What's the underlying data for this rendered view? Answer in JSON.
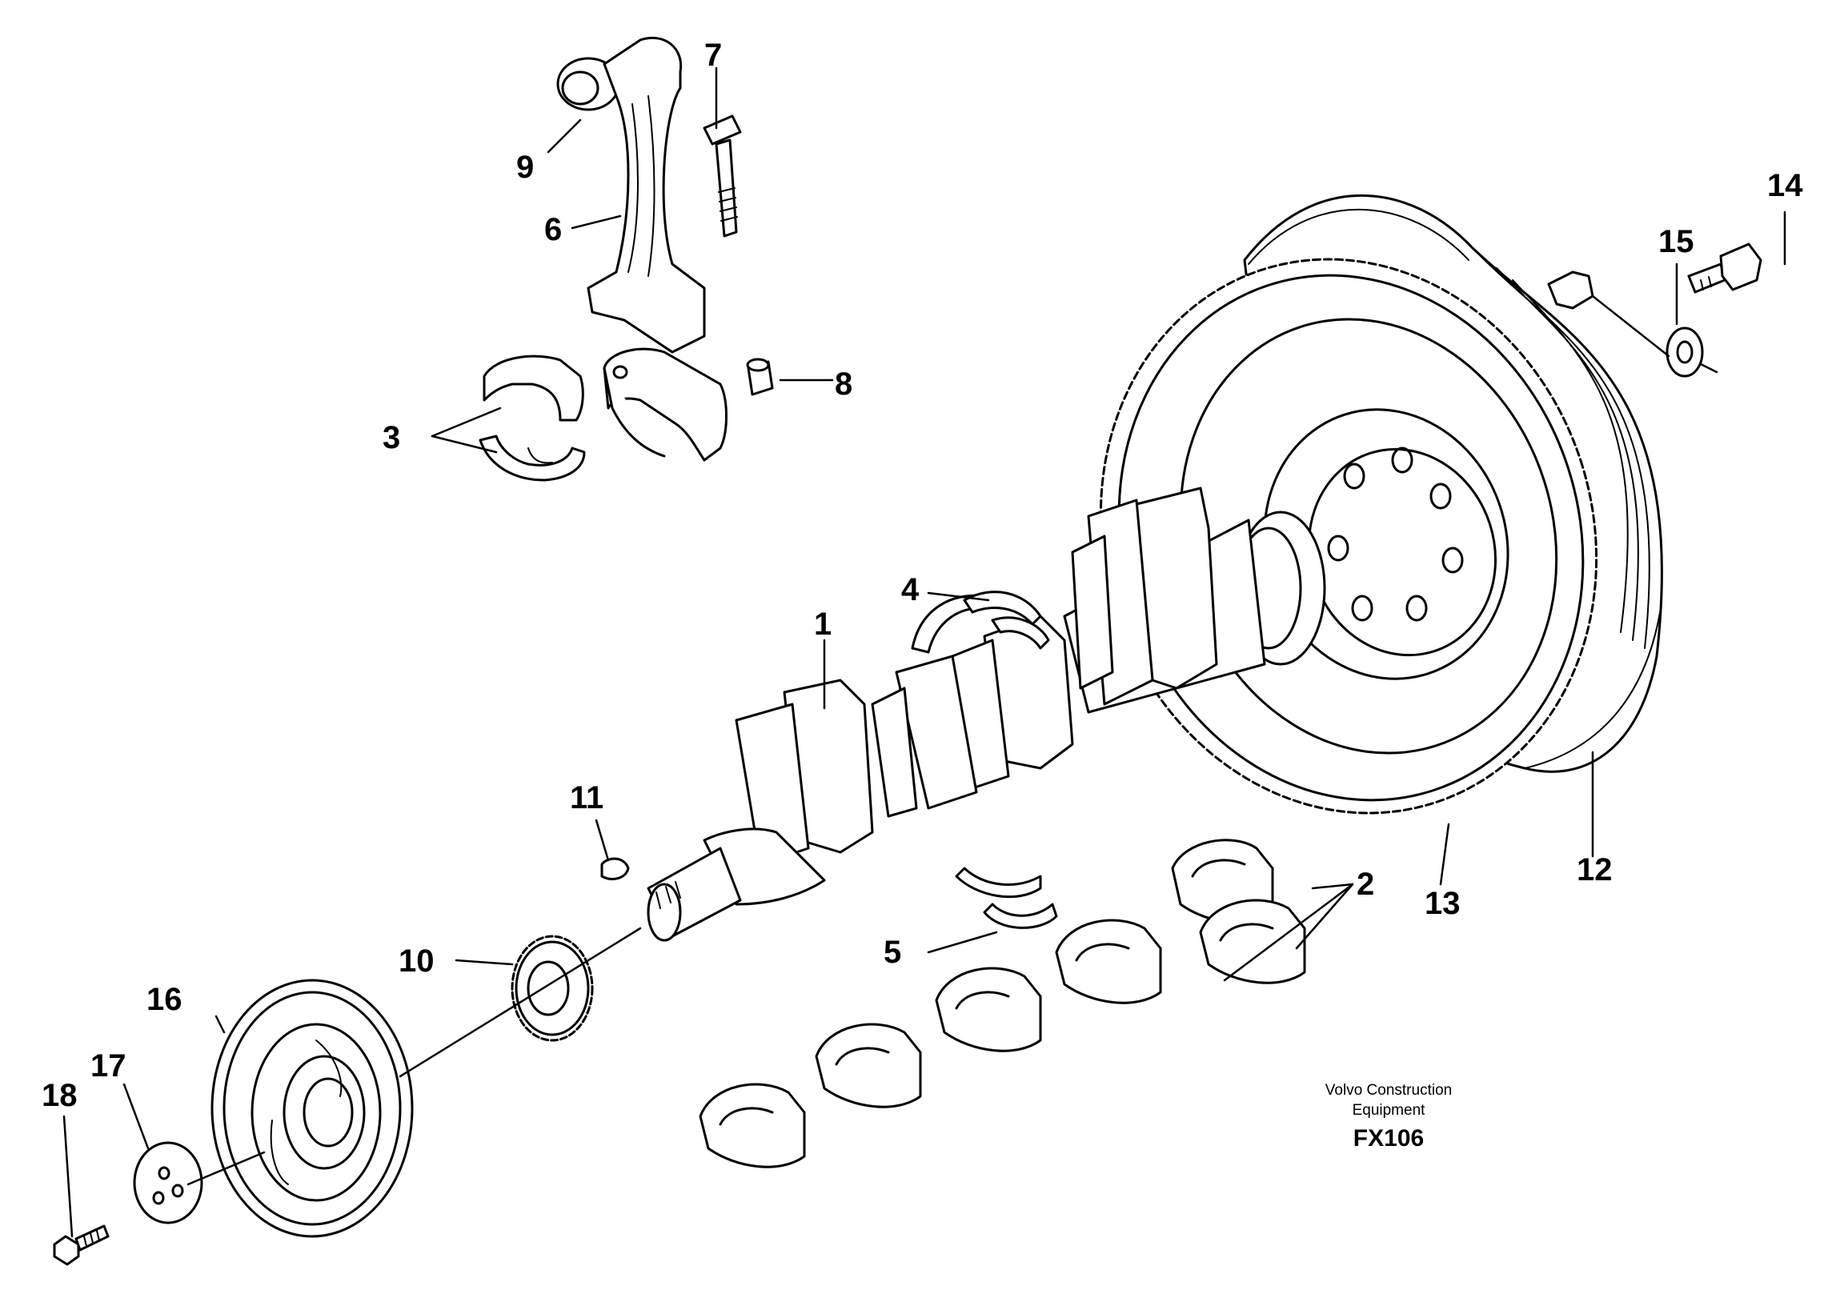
{
  "callouts": [
    {
      "label": "1"
    },
    {
      "label": "2"
    },
    {
      "label": "3"
    },
    {
      "label": "4"
    },
    {
      "label": "5"
    },
    {
      "label": "6"
    },
    {
      "label": "7"
    },
    {
      "label": "8"
    },
    {
      "label": "9"
    },
    {
      "label": "10"
    },
    {
      "label": "11"
    },
    {
      "label": "12"
    },
    {
      "label": "13"
    },
    {
      "label": "14"
    },
    {
      "label": "15"
    },
    {
      "label": "16"
    },
    {
      "label": "17"
    },
    {
      "label": "18"
    }
  ],
  "brand": {
    "line1": "Volvo Construction",
    "line2": "Equipment",
    "code": "FX106"
  }
}
